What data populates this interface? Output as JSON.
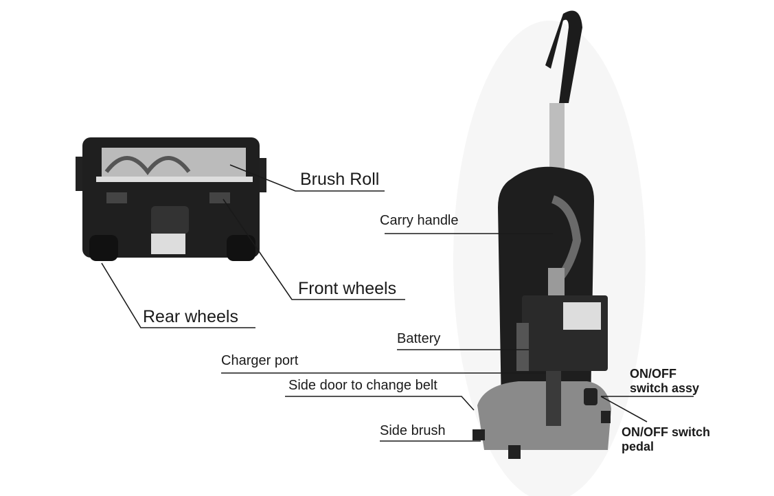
{
  "labels": {
    "brush_roll": "Brush Roll",
    "front_wheels": "Front wheels",
    "rear_wheels": "Rear wheels",
    "carry_handle": "Carry handle",
    "battery": "Battery",
    "charger_port": "Charger port",
    "side_door": "Side door to change belt",
    "side_brush": "Side brush",
    "switch_assy_line1": "ON/OFF",
    "switch_assy_line2": "switch assy",
    "switch_pedal_line1": "ON/OFF switch",
    "switch_pedal_line2": "pedal"
  },
  "colors": {
    "leader": "#1a1a1a",
    "body_dark": "#1e1e1e",
    "body_grey": "#8a8a8a"
  }
}
